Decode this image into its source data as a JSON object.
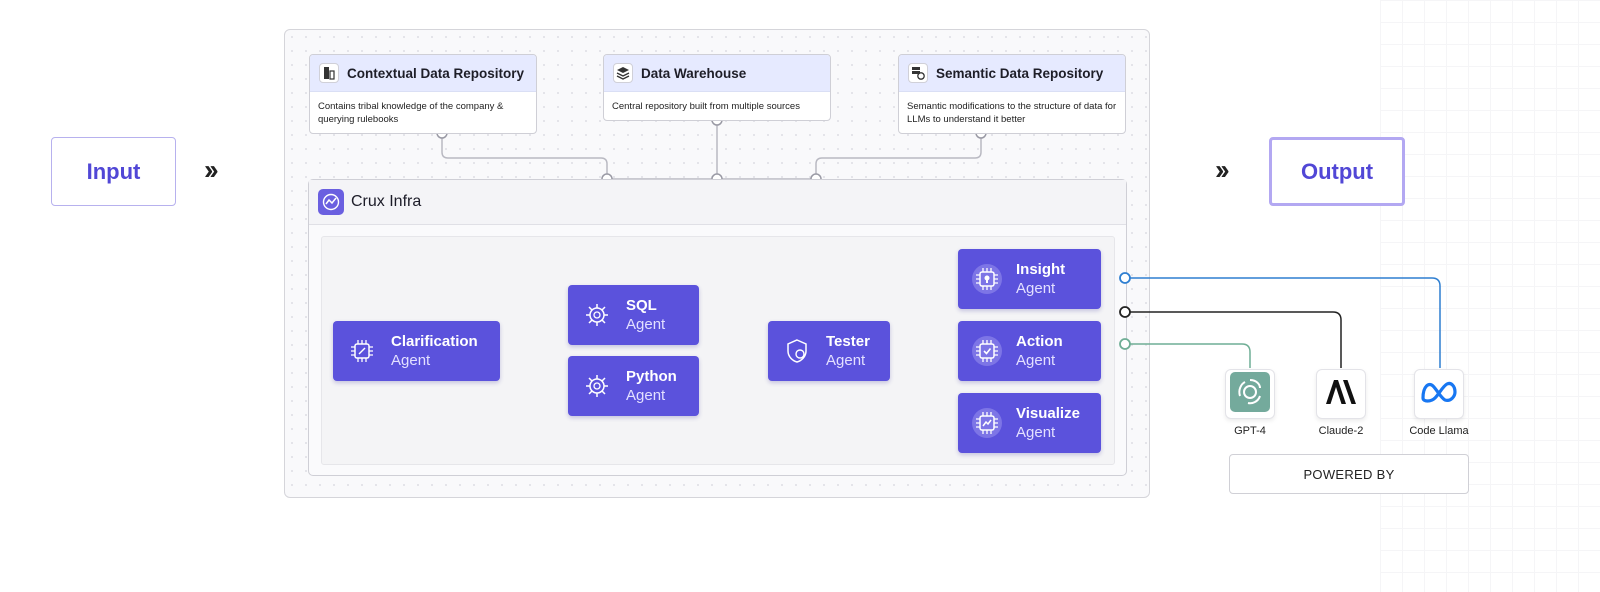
{
  "input": {
    "label": "Input"
  },
  "output": {
    "label": "Output"
  },
  "repositories": [
    {
      "title": "Contextual Data Repository",
      "desc": "Contains tribal knowledge of the company & querying rulebooks"
    },
    {
      "title": "Data Warehouse",
      "desc": "Central repository built from multiple sources"
    },
    {
      "title": "Semantic Data Repository",
      "desc": "Semantic modifications to the structure of data for LLMs to understand it better"
    }
  ],
  "infra": {
    "title": "Crux Infra"
  },
  "agents": {
    "clarification": {
      "name": "Clarification",
      "role": "Agent"
    },
    "sql": {
      "name": "SQL",
      "role": "Agent"
    },
    "python": {
      "name": "Python",
      "role": "Agent"
    },
    "tester": {
      "name": "Tester",
      "role": "Agent"
    },
    "insight": {
      "name": "Insight",
      "role": "Agent"
    },
    "action": {
      "name": "Action",
      "role": "Agent"
    },
    "visualize": {
      "name": "Visualize",
      "role": "Agent"
    }
  },
  "llms": [
    {
      "name": "GPT-4",
      "icon": "openai-icon"
    },
    {
      "name": "Claude-2",
      "icon": "anthropic-icon"
    },
    {
      "name": "Code Llama",
      "icon": "meta-icon"
    }
  ],
  "powered_by": "POWERED BY",
  "colors": {
    "agent": "#5b52dc",
    "accent": "#5147d6",
    "insight_line": "#2f7fd1",
    "action_line": "#222222",
    "visualize_line": "#6fae95"
  }
}
